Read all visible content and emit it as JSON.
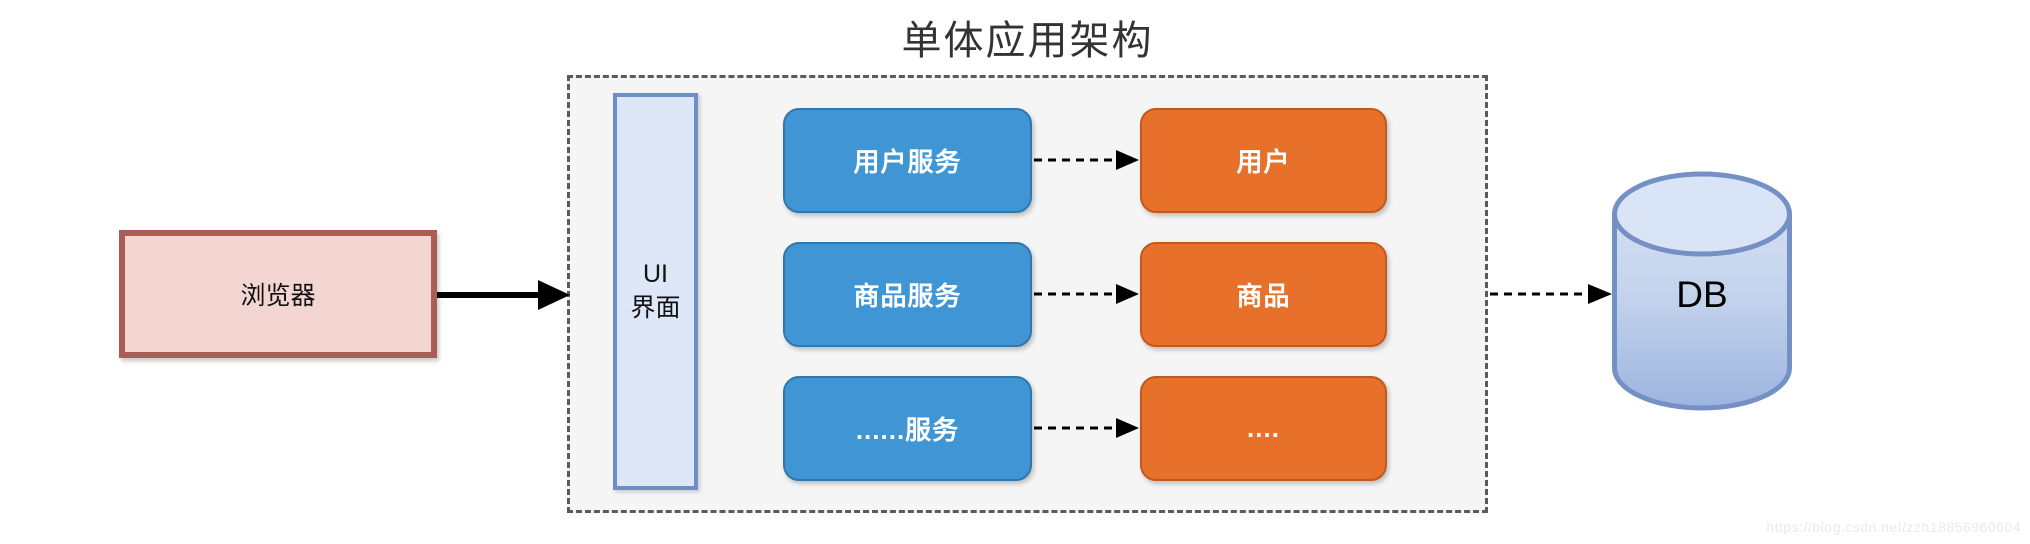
{
  "title": "单体应用架构",
  "browser": {
    "label": "浏览器"
  },
  "monolith": {
    "ui_panel": {
      "line1": "UI",
      "line2": "界面"
    },
    "services": [
      {
        "label": "用户服务"
      },
      {
        "label": "商品服务"
      },
      {
        "label": "......服务"
      }
    ],
    "modules": [
      {
        "label": "用户"
      },
      {
        "label": "商品"
      },
      {
        "label": "...."
      }
    ]
  },
  "database": {
    "label": "DB"
  },
  "watermark": "https://blog.csdn.net/zzh18856960604",
  "colors": {
    "browser_fill": "#f3d5d1",
    "browser_border": "#a95d55",
    "monolith_fill": "#f5f5f5",
    "monolith_border": "#5b5b5b",
    "ui_panel_fill": "#dde7f7",
    "ui_panel_border": "#6e8ec5",
    "service_fill": "#4095d5",
    "service_border": "#3276ae",
    "module_fill": "#e7702b",
    "module_border": "#c05a1c",
    "db_top_fill": "#d9e4f6",
    "db_bottom_fill": "#9db4e0",
    "db_border": "#7590c5",
    "arrow_color": "#000000",
    "title_color": "#333333"
  }
}
